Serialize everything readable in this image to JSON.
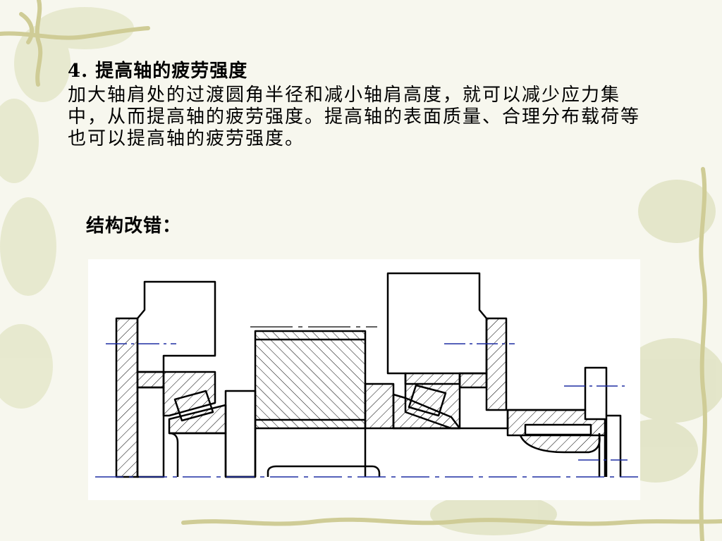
{
  "slide": {
    "heading": "4. 提高轴的疲劳强度",
    "paragraph": "加大轴肩处的过渡圆角半径和减小轴肩高度，就可以减少应力集中，从而提高轴的疲劳强度。提高轴的表面质量、合理分布载荷等也可以提高轴的疲劳强度。",
    "figure_caption": "结构改错："
  },
  "colors": {
    "background": "#f7f7ee",
    "vine": "#cfcc96",
    "leaf": "#dfe3c2",
    "centerline": "#1f2fa3",
    "figure_bg": "#ffffff"
  }
}
